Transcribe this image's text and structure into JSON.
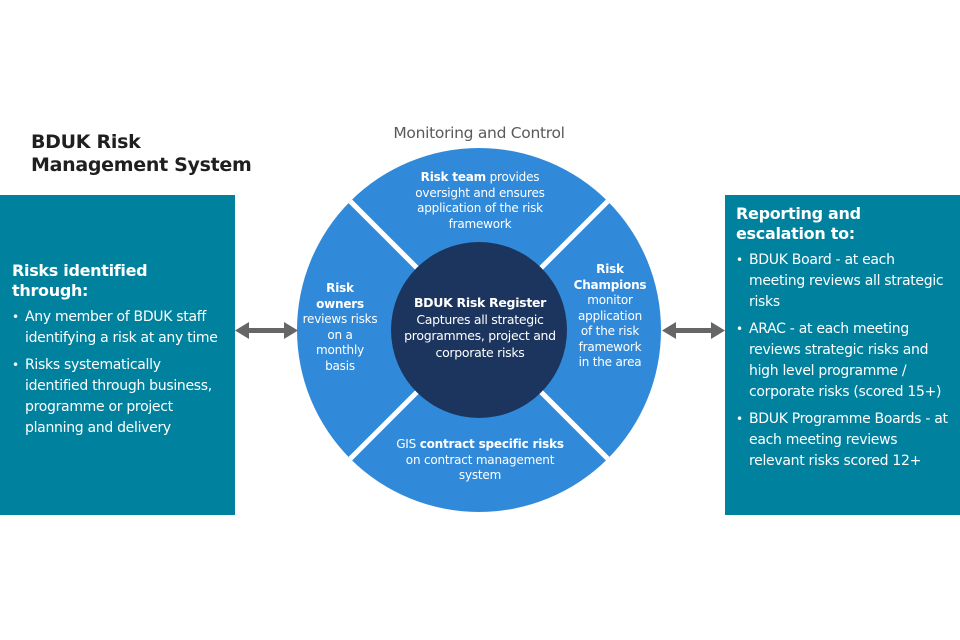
{
  "title": {
    "line1": "BDUK Risk",
    "line2": "Management System"
  },
  "left_panel": {
    "heading": "Risks identified through:",
    "items": [
      "Any member of BDUK staff identifying a risk at any time",
      "Risks systematically identified through business, programme or project planning and delivery"
    ]
  },
  "right_panel": {
    "heading_line1": "Reporting and",
    "heading_line2": "escalation to:",
    "items": [
      "BDUK Board - at each meeting reviews all strategic risks",
      "ARAC - at each meeting reviews strategic risks and high level programme / corporate risks (scored 15+)",
      "BDUK Programme Boards - at each meeting reviews relevant risks scored 12+"
    ]
  },
  "wheel": {
    "label": "Monitoring and Control",
    "center": {
      "title": "BDUK Risk Register",
      "body": "Captures all strategic programmes, project and corporate risks"
    },
    "segments": {
      "top": {
        "bold": "Risk team",
        "text": " provides oversight and ensures application of the risk framework"
      },
      "left": {
        "bold": "Risk owners",
        "text": " reviews risks on a monthly basis"
      },
      "right": {
        "bold": "Risk Champions",
        "text": " monitor application of the risk framework in the area"
      },
      "bottom": {
        "prefix": "GIS ",
        "bold": "contract specific risks",
        "text": " on contract management system"
      }
    }
  },
  "colors": {
    "panel": "#00829f",
    "ring": "#318ad9",
    "center": "#1c355e",
    "arrow": "#666666",
    "title": "#1f1f1f",
    "label": "#5a5a5a"
  },
  "bullet_symbol": "•"
}
